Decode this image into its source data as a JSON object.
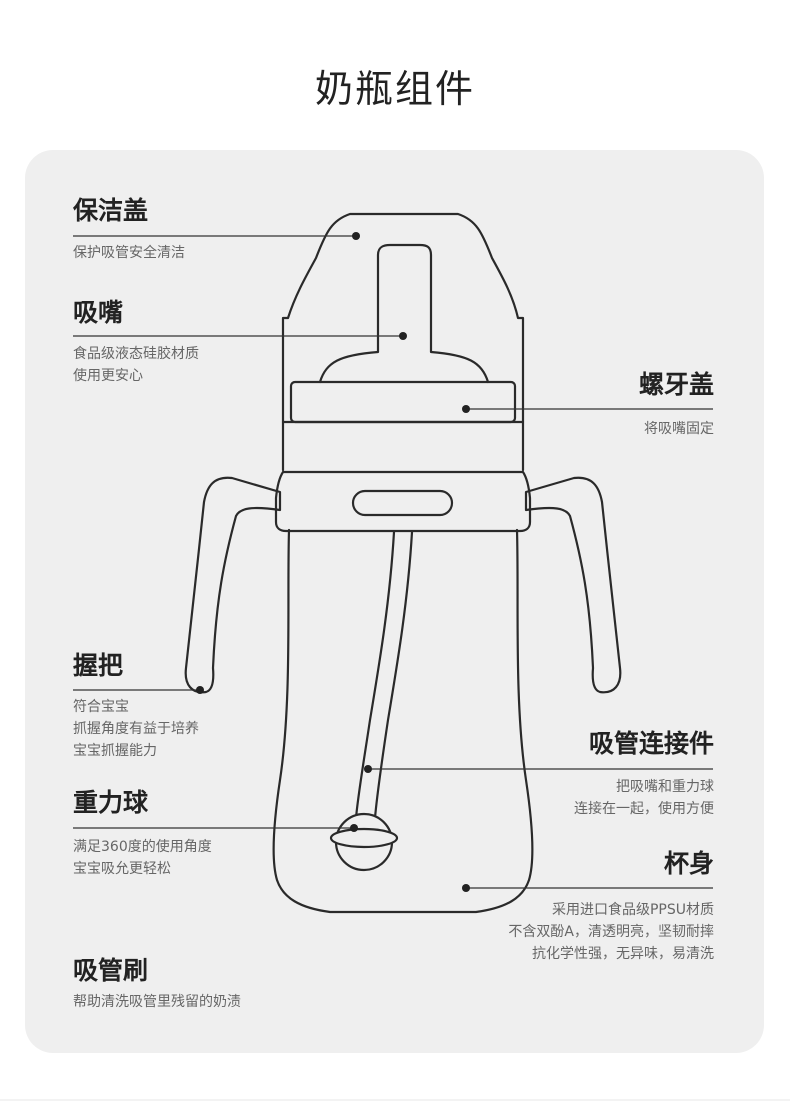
{
  "title": "奶瓶组件",
  "components": {
    "cap": {
      "name": "保洁盖",
      "desc": [
        "保护吸管安全清洁"
      ]
    },
    "nipple": {
      "name": "吸嘴",
      "desc": [
        "食品级液态硅胶材质",
        "使用更安心"
      ]
    },
    "screw_cap": {
      "name": "螺牙盖",
      "desc": [
        "将吸嘴固定"
      ]
    },
    "handle": {
      "name": "握把",
      "desc": [
        "符合宝宝",
        "抓握角度有益于培养",
        "宝宝抓握能力"
      ]
    },
    "connector": {
      "name": "吸管连接件",
      "desc": [
        "把吸嘴和重力球",
        "连接在一起，使用方便"
      ]
    },
    "gravity_ball": {
      "name": "重力球",
      "desc": [
        "满足360度的使用角度",
        "宝宝吸允更轻松"
      ]
    },
    "body": {
      "name": "杯身",
      "desc": [
        "采用进口食品级PPSU材质",
        "不含双酚A，清透明亮，坚韧耐摔",
        "抗化学性强，无异味，易清洗"
      ]
    },
    "brush": {
      "name": "吸管刷",
      "desc": [
        "帮助清洗吸管里残留的奶渍"
      ]
    }
  }
}
